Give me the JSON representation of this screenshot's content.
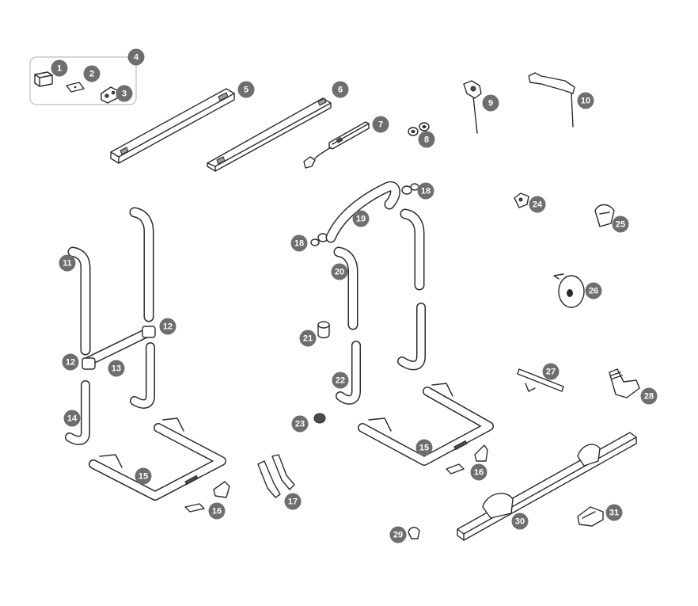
{
  "diagram": {
    "callouts": [
      {
        "id": "c1",
        "label": "1"
      },
      {
        "id": "c2",
        "label": "2"
      },
      {
        "id": "c3",
        "label": "3"
      },
      {
        "id": "c4",
        "label": "4"
      },
      {
        "id": "c5",
        "label": "5"
      },
      {
        "id": "c6",
        "label": "6"
      },
      {
        "id": "c7",
        "label": "7"
      },
      {
        "id": "c8",
        "label": "8"
      },
      {
        "id": "c9",
        "label": "9"
      },
      {
        "id": "c10",
        "label": "10"
      },
      {
        "id": "c11",
        "label": "11"
      },
      {
        "id": "c12a",
        "label": "12"
      },
      {
        "id": "c12b",
        "label": "12"
      },
      {
        "id": "c13",
        "label": "13"
      },
      {
        "id": "c14",
        "label": "14"
      },
      {
        "id": "c15a",
        "label": "15"
      },
      {
        "id": "c15b",
        "label": "15"
      },
      {
        "id": "c16a",
        "label": "16"
      },
      {
        "id": "c16b",
        "label": "16"
      },
      {
        "id": "c17",
        "label": "17"
      },
      {
        "id": "c18a",
        "label": "18"
      },
      {
        "id": "c18b",
        "label": "18"
      },
      {
        "id": "c19",
        "label": "19"
      },
      {
        "id": "c20",
        "label": "20"
      },
      {
        "id": "c21",
        "label": "21"
      },
      {
        "id": "c22",
        "label": "22"
      },
      {
        "id": "c23",
        "label": "23"
      },
      {
        "id": "c24",
        "label": "24"
      },
      {
        "id": "c25",
        "label": "25"
      },
      {
        "id": "c26",
        "label": "26"
      },
      {
        "id": "c27",
        "label": "27"
      },
      {
        "id": "c28",
        "label": "28"
      },
      {
        "id": "c29",
        "label": "29"
      },
      {
        "id": "c30",
        "label": "30"
      },
      {
        "id": "c31",
        "label": "31"
      }
    ]
  },
  "colors": {
    "badge": "#6e6e6e",
    "line": "#2b2b2b",
    "group_box": "#bdbdbd"
  }
}
